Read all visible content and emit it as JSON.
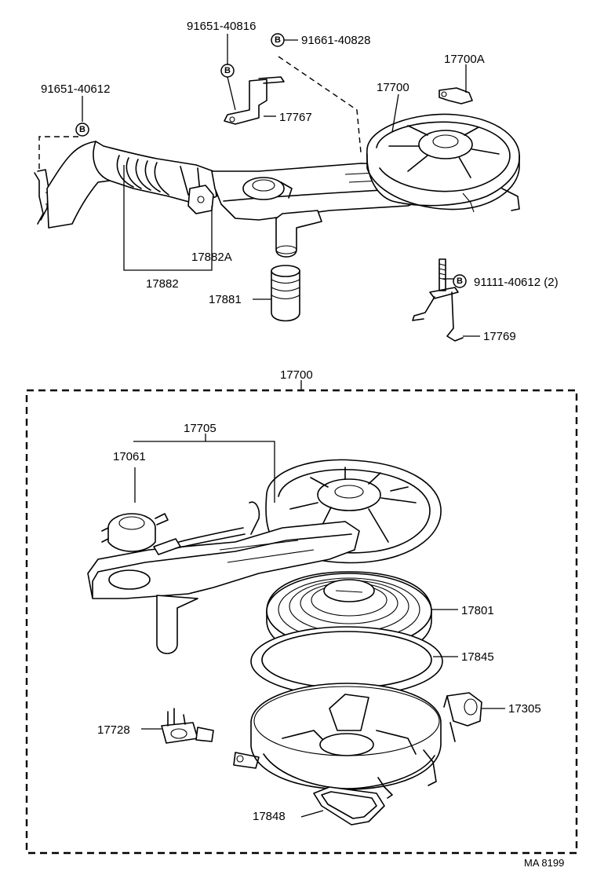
{
  "labels": {
    "p_91651_40816": "91651-40816",
    "p_91661_40828": "91661-40828",
    "p_17700A": "17700A",
    "p_91651_40612": "91651-40612",
    "p_17700_top": "17700",
    "p_17767": "17767",
    "p_17882A": "17882A",
    "p_17882": "17882",
    "p_17881": "17881",
    "p_91111_40612": "91111-40612 (2)",
    "p_17769": "17769",
    "p_17700_assy": "17700",
    "p_17705": "17705",
    "p_17061": "17061",
    "p_17801": "17801",
    "p_17845": "17845",
    "p_17305": "17305",
    "p_17728": "17728",
    "p_17848": "17848",
    "drawing_code": "MA 8199"
  },
  "badge_letter": "B"
}
